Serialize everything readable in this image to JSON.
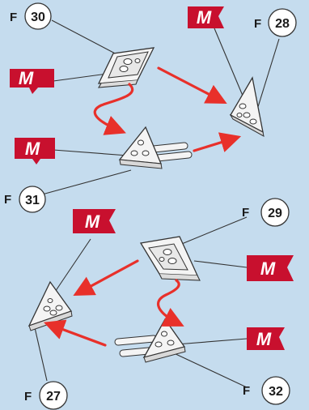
{
  "colors": {
    "background": "#c5dcee",
    "flag": "#c8102e",
    "arrow": "#e8302a",
    "part_fill": "#f4f4f4",
    "outline": "#333333"
  },
  "flag_text": "M",
  "labels": [
    {
      "id": "f30",
      "prefix": "F",
      "number": "30"
    },
    {
      "id": "f28",
      "prefix": "F",
      "number": "28"
    },
    {
      "id": "f31",
      "prefix": "F",
      "number": "31"
    },
    {
      "id": "f29",
      "prefix": "F",
      "number": "29"
    },
    {
      "id": "f27",
      "prefix": "F",
      "number": "27"
    },
    {
      "id": "f32",
      "prefix": "F",
      "number": "32"
    }
  ]
}
